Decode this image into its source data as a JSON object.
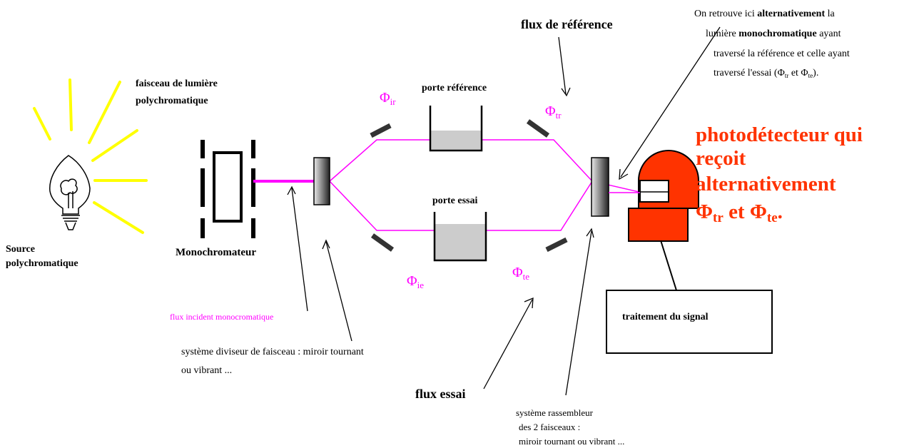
{
  "diagram": {
    "source": {
      "line1": "Source",
      "line2": "polychromatique"
    },
    "faisceau": {
      "line1": "faisceau de lumière",
      "line2": "polychromatique"
    },
    "monochromateur": "Monochromateur",
    "flux_incident": "flux incident monocromatique",
    "diviseur": {
      "line1": "système diviseur de faisceau : miroir tournant",
      "line2": "ou vibrant ..."
    },
    "porte_reference": "porte référence",
    "porte_essai": "porte essai",
    "phi_ir": {
      "phi": "Φ",
      "sub": "ir"
    },
    "phi_ie": {
      "phi": "Φ",
      "sub": "ie"
    },
    "phi_tr": {
      "phi": "Φ",
      "sub": "tr"
    },
    "phi_te": {
      "phi": "Φ",
      "sub": "te"
    },
    "flux_reference": "flux de référence",
    "flux_essai": "flux essai",
    "rassembleur": {
      "line1": "système rassembleur",
      "line2": "des 2 faisceaux :",
      "line3": "miroir tournant ou vibrant ..."
    },
    "note": {
      "l1a": "On retrouve ici ",
      "l1b": "alternativement",
      "l1c": " la",
      "l2a": "lumière ",
      "l2b": "monochromatique",
      "l2c": "  ayant",
      "l3": "traversé la référence et celle ayant",
      "l4a": "traversé l'essai (Φ",
      "l4b": "tr",
      "l4c": " et Φ",
      "l4d": "te",
      "l4e": ")."
    },
    "photodetecteur": {
      "line1": "photodétecteur qui",
      "line2": "reçoit",
      "line3": "alternativement",
      "line4a": "Φ",
      "line4b": "tr",
      "line4c": " et Φ",
      "line4d": "te",
      "line4e": "."
    },
    "traitement": "traitement du signal"
  },
  "colors": {
    "beam": "#ff00ff",
    "rays": "#ffff00",
    "detector": "#ff3300",
    "liquid": "#cccccc"
  }
}
